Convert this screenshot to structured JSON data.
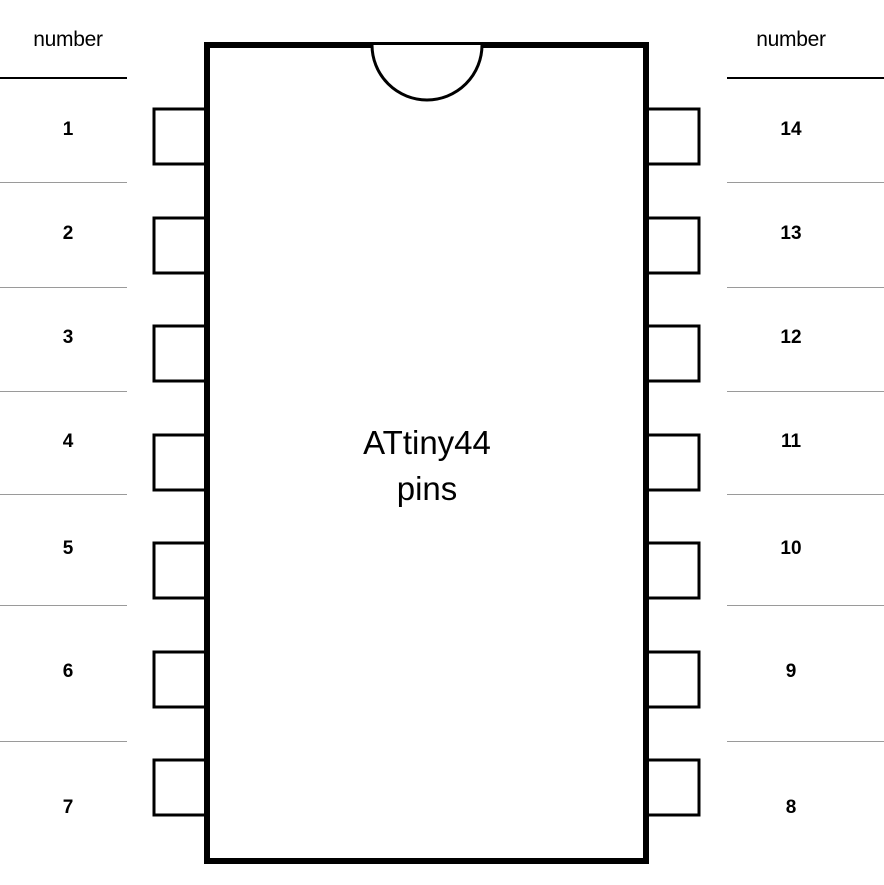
{
  "headers": {
    "left": "number",
    "right": "number"
  },
  "chip": {
    "name": "ATtiny44",
    "subtitle": "pins"
  },
  "pins_left": [
    "1",
    "2",
    "3",
    "4",
    "5",
    "6",
    "7"
  ],
  "pins_right": [
    "14",
    "13",
    "12",
    "11",
    "10",
    "9",
    "8"
  ],
  "colors": {
    "ink": "#000000",
    "separator": "#9a9a9a",
    "background": "#ffffff"
  }
}
